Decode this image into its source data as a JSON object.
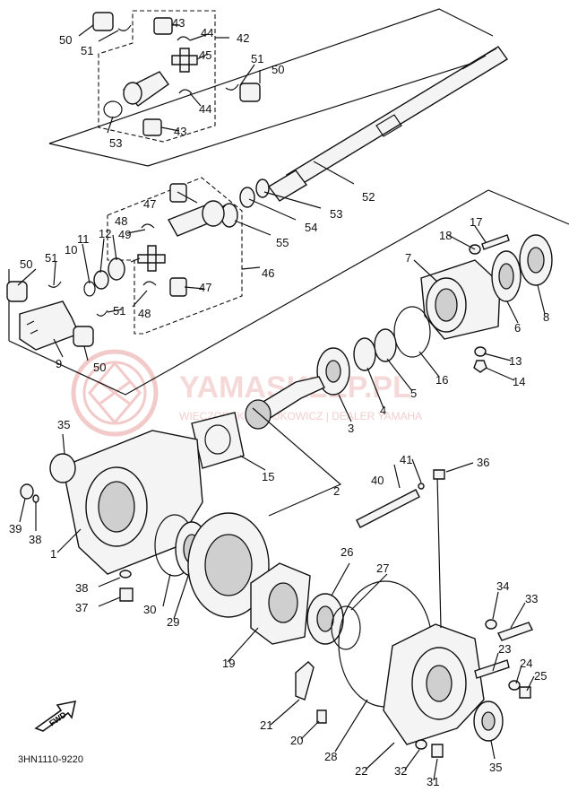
{
  "watermark": {
    "brand": "YAMASKLEP.PL",
    "subtitle": "WIECZOREK | CZAJKOWICZ | DEALER YAMAHA",
    "color": "#e8a0a0"
  },
  "drawing_code": "3HN1110-9220",
  "fwd_label": "FWD",
  "callouts": [
    {
      "id": "c50a",
      "text": "50"
    },
    {
      "id": "c51a",
      "text": "51"
    },
    {
      "id": "c43a",
      "text": "43"
    },
    {
      "id": "c44a",
      "text": "44"
    },
    {
      "id": "c42",
      "text": "42"
    },
    {
      "id": "c45",
      "text": "45"
    },
    {
      "id": "c51b",
      "text": "51"
    },
    {
      "id": "c50b",
      "text": "50"
    },
    {
      "id": "c53a",
      "text": "53"
    },
    {
      "id": "c44b",
      "text": "44"
    },
    {
      "id": "c43b",
      "text": "43"
    },
    {
      "id": "c52",
      "text": "52"
    },
    {
      "id": "c53b",
      "text": "53"
    },
    {
      "id": "c54",
      "text": "54"
    },
    {
      "id": "c55",
      "text": "55"
    },
    {
      "id": "c47a",
      "text": "47"
    },
    {
      "id": "c48a",
      "text": "48"
    },
    {
      "id": "c49",
      "text": "49"
    },
    {
      "id": "c12",
      "text": "12"
    },
    {
      "id": "c11",
      "text": "11"
    },
    {
      "id": "c10",
      "text": "10"
    },
    {
      "id": "c51c",
      "text": "51"
    },
    {
      "id": "c50c",
      "text": "50"
    },
    {
      "id": "c51d",
      "text": "51"
    },
    {
      "id": "c47b",
      "text": "47"
    },
    {
      "id": "c46",
      "text": "46"
    },
    {
      "id": "c48b",
      "text": "48"
    },
    {
      "id": "c9",
      "text": "9"
    },
    {
      "id": "c50d",
      "text": "50"
    },
    {
      "id": "c17",
      "text": "17"
    },
    {
      "id": "c18",
      "text": "18"
    },
    {
      "id": "c7",
      "text": "7"
    },
    {
      "id": "c6",
      "text": "6"
    },
    {
      "id": "c8",
      "text": "8"
    },
    {
      "id": "c13",
      "text": "13"
    },
    {
      "id": "c14",
      "text": "14"
    },
    {
      "id": "c16",
      "text": "16"
    },
    {
      "id": "c5",
      "text": "5"
    },
    {
      "id": "c4",
      "text": "4"
    },
    {
      "id": "c3",
      "text": "3"
    },
    {
      "id": "c15",
      "text": "15"
    },
    {
      "id": "c35a",
      "text": "35"
    },
    {
      "id": "c39",
      "text": "39"
    },
    {
      "id": "c38a",
      "text": "38"
    },
    {
      "id": "c1",
      "text": "1"
    },
    {
      "id": "c38b",
      "text": "38"
    },
    {
      "id": "c37",
      "text": "37"
    },
    {
      "id": "c30",
      "text": "30"
    },
    {
      "id": "c29",
      "text": "29"
    },
    {
      "id": "c2",
      "text": "2"
    },
    {
      "id": "c41",
      "text": "41"
    },
    {
      "id": "c36",
      "text": "36"
    },
    {
      "id": "c40",
      "text": "40"
    },
    {
      "id": "c26",
      "text": "26"
    },
    {
      "id": "c27",
      "text": "27"
    },
    {
      "id": "c34",
      "text": "34"
    },
    {
      "id": "c33",
      "text": "33"
    },
    {
      "id": "c19",
      "text": "19"
    },
    {
      "id": "c23",
      "text": "23"
    },
    {
      "id": "c24",
      "text": "24"
    },
    {
      "id": "c25",
      "text": "25"
    },
    {
      "id": "c21",
      "text": "21"
    },
    {
      "id": "c20",
      "text": "20"
    },
    {
      "id": "c28",
      "text": "28"
    },
    {
      "id": "c22",
      "text": "22"
    },
    {
      "id": "c32",
      "text": "32"
    },
    {
      "id": "c31",
      "text": "31"
    },
    {
      "id": "c35b",
      "text": "35"
    }
  ]
}
